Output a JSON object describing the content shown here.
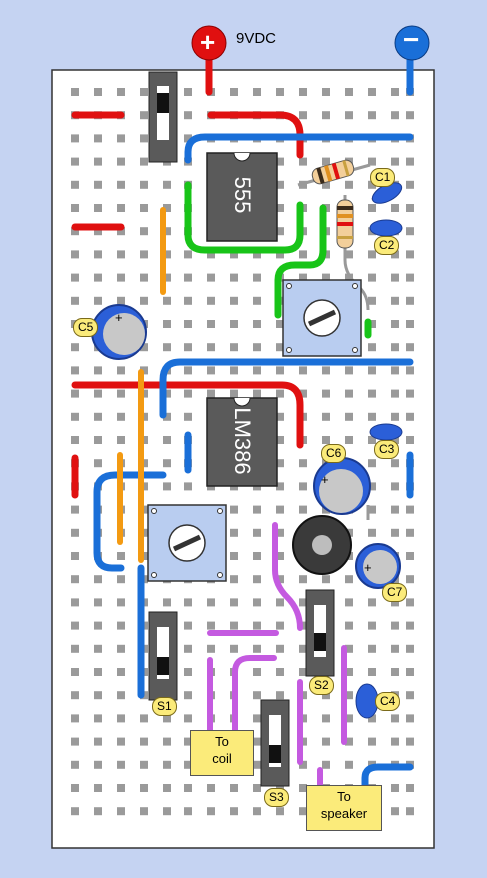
{
  "title": "9VDC",
  "terminals": {
    "positive_symbol": "+",
    "negative_symbol": "−"
  },
  "chips": {
    "timer": "555",
    "amp": "LM386"
  },
  "components": {
    "c1": "C1",
    "c2": "C2",
    "c3": "C3",
    "c4": "C4",
    "c5": "C5",
    "c6": "C6",
    "c7": "C7",
    "s1": "S1",
    "s2": "S2",
    "s3": "S3"
  },
  "outputs": {
    "coil_line1": "To",
    "coil_line2": "coil",
    "speaker_line1": "To",
    "speaker_line2": "speaker"
  },
  "colors": {
    "background": "#c5d3f2",
    "board": "#ffffff",
    "hole": "#9a9a9a",
    "wire_red": "#e01010",
    "wire_blue": "#1a6fd8",
    "wire_green": "#18c418",
    "wire_orange": "#f39a12",
    "wire_purple": "#c45ae0",
    "chip": "#5a5a5a",
    "cap_blue": "#2b5fd8",
    "pot_fill": "#b9cdf0",
    "label_fill": "#fbeb7a"
  }
}
